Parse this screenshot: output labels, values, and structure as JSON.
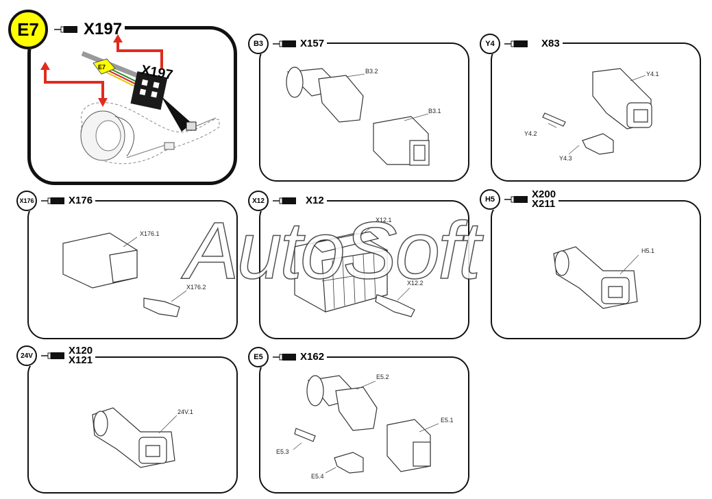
{
  "main": {
    "badge": "E7",
    "code": "X197",
    "label_tag": "E7",
    "label_code": "X197",
    "colors": {
      "badge": "#ffff00",
      "arrow": "#e02b1e"
    }
  },
  "panels": [
    {
      "id": "b3",
      "badge": "B3",
      "codes": [
        "X157"
      ],
      "labels": [
        "B3.2",
        "B3.1"
      ]
    },
    {
      "id": "y4",
      "badge": "Y4",
      "codes": [
        "X83"
      ],
      "labels": [
        "Y4.1",
        "Y4.2",
        "Y4.3"
      ]
    },
    {
      "id": "x176",
      "badge": "X176",
      "codes": [
        "X176"
      ],
      "labels": [
        "X176.1",
        "X176.2"
      ]
    },
    {
      "id": "x12",
      "badge": "X12",
      "codes": [
        "X12"
      ],
      "labels": [
        "X12.1",
        "X12.2"
      ]
    },
    {
      "id": "h5",
      "badge": "H5",
      "codes": [
        "X200",
        "X211"
      ],
      "labels": [
        "H5.1"
      ]
    },
    {
      "id": "v24",
      "badge": "24V",
      "codes": [
        "X120",
        "X121"
      ],
      "labels": [
        "24V.1"
      ]
    },
    {
      "id": "e5",
      "badge": "E5",
      "codes": [
        "X162"
      ],
      "labels": [
        "E5.2",
        "E5.1",
        "E5.3",
        "E5.4"
      ]
    }
  ],
  "watermark": "AutoSoft"
}
